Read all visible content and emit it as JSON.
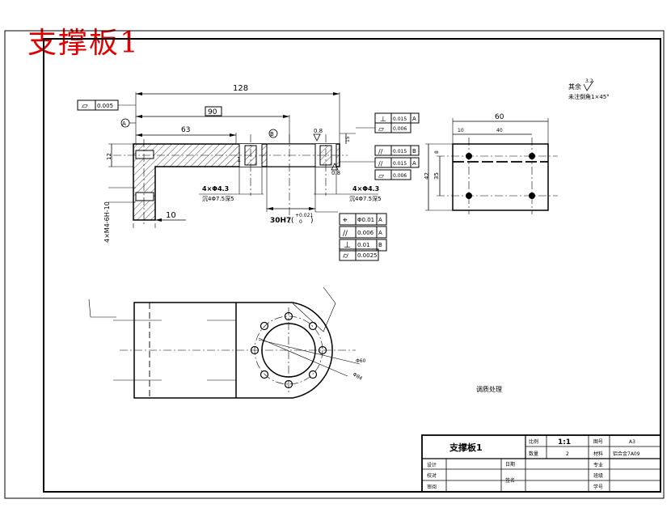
{
  "header": {
    "title": "支撑板1"
  },
  "dimensions": {
    "d128": "128",
    "d90": "90",
    "d63": "63",
    "d12": "12",
    "d10": "10",
    "d1": "1",
    "hole_left_main": "4×Φ4.3",
    "hole_left_sub": "沉4Φ7.5深5",
    "hole_right_main": "4×Φ4.3",
    "hole_right_sub": "沉4Φ7.5深5",
    "bore_main": "30H7",
    "bore_tol_upper": "+0.021",
    "bore_tol_lower": "0",
    "thread_left": "4×M4-6H-10",
    "surface_08a": "0.8",
    "surface_08b": "0.8",
    "d15": "15",
    "d60": "60",
    "d10b": "10",
    "d40": "40",
    "d8": "8",
    "d35": "35",
    "d42": "42",
    "phi60": "Φ60",
    "phi84": "Φ84"
  },
  "datums": {
    "a": "A",
    "b": "B"
  },
  "tolerances": {
    "flatness_left": "0.005",
    "block1": [
      {
        "symbol": "⊥",
        "value": "0.015",
        "datum": "A"
      },
      {
        "symbol": "▱",
        "value": "0.006",
        "datum": ""
      }
    ],
    "block2": [
      {
        "symbol": "//",
        "value": "0.015",
        "datum": "B"
      },
      {
        "symbol": "//",
        "value": "0.015",
        "datum": "A"
      },
      {
        "symbol": "▱",
        "value": "0.006",
        "datum": ""
      }
    ],
    "block3": [
      {
        "symbol": "⌖",
        "value": "Φ0.01",
        "datum": "A"
      },
      {
        "symbol": "//",
        "value": "0.006",
        "datum": "A"
      },
      {
        "symbol": "⊥",
        "value": "0.01",
        "datum": "B"
      },
      {
        "symbol": "⌭",
        "value": "0.0025",
        "datum": ""
      }
    ]
  },
  "notes": {
    "remaining": "其余",
    "roughness": "3.2",
    "chamfer": "未注倒角1×45°",
    "heat": "调质处理"
  },
  "title_block": {
    "name": "支撑板1",
    "scale_label": "比例",
    "scale_value": "1:1",
    "drawing_no_label": "图号",
    "drawing_no_value": "A3",
    "qty_label": "数量",
    "qty_value": "2",
    "material_label": "材料",
    "material_value": "铝合金7A09",
    "design_label": "设计",
    "date_label": "日期",
    "major_label": "专业",
    "check_label": "校对",
    "sign_label": "签名",
    "class_label": "班级",
    "review_label": "审阅",
    "student_no_label": "学号"
  },
  "colors": {
    "title": "#e00000",
    "line": "#000000"
  }
}
